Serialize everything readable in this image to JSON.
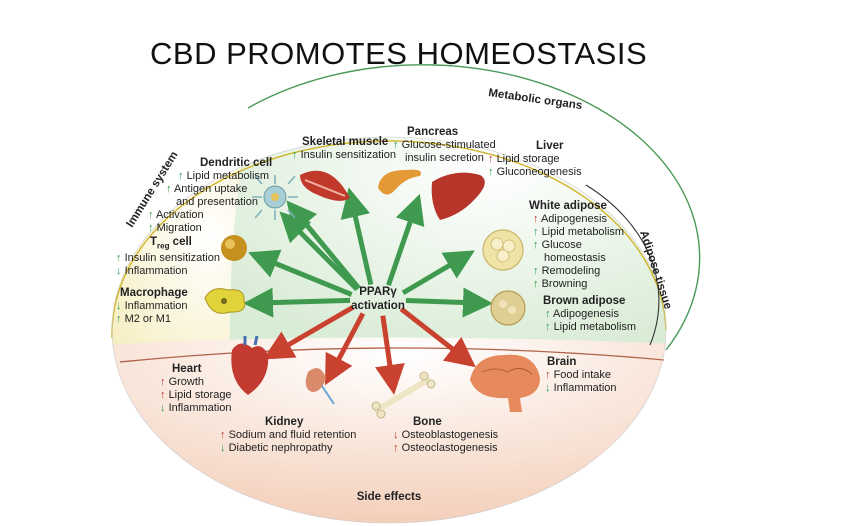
{
  "title": "CBD PROMOTES HOMEOSTASIS",
  "center": {
    "line1": "PPARγ",
    "line2": "activation"
  },
  "regions": {
    "metabolic": "Metabolic organs",
    "immune": "Immune system",
    "adipose": "Adipose tissue",
    "side": "Side effects"
  },
  "nodes": {
    "skeletal_muscle": {
      "title": "Skeletal muscle",
      "items": [
        "Insulin sensitization"
      ]
    },
    "pancreas": {
      "title": "Pancreas",
      "items": [
        "Glucose-stimulated",
        "insulin secretion"
      ]
    },
    "liver": {
      "title": "Liver",
      "items": [
        "Lipid storage",
        "Gluconeogenesis"
      ]
    },
    "white_adipose": {
      "title": "White adipose",
      "items": [
        "Adipogenesis",
        "Lipid metabolism",
        "Glucose",
        "homeostasis",
        "Remodeling",
        "Browning"
      ]
    },
    "brown_adipose": {
      "title": "Brown adipose",
      "items": [
        "Adipogenesis",
        "Lipid metabolism"
      ]
    },
    "dendritic": {
      "title": "Dendritic cell",
      "items": [
        "Lipid metabolism",
        "Antigen uptake",
        "and presentation",
        "Activation",
        "Migration"
      ]
    },
    "treg": {
      "title_main": "T",
      "title_sub": "reg",
      "title_rest": " cell",
      "items": [
        "Insulin sensitization",
        "Inflammation"
      ]
    },
    "macrophage": {
      "title": "Macrophage",
      "items": [
        "Inflammation",
        "M2 or M1"
      ]
    },
    "heart": {
      "title": "Heart",
      "items": [
        "Growth",
        "Lipid storage",
        "Inflammation"
      ]
    },
    "kidney": {
      "title": "Kidney",
      "items": [
        "Sodium and fluid retention",
        "Diabetic nephropathy"
      ]
    },
    "bone": {
      "title": "Bone",
      "items": [
        "Osteoblastogenesis",
        "Osteoclastogenesis"
      ]
    },
    "brain": {
      "title": "Brain",
      "items": [
        "Food intake",
        "Inflammation"
      ]
    }
  },
  "colors": {
    "metabolic_bg": "#e6f2e4",
    "immune_bg": "#fbf6d8",
    "side_bg": "#f9e0d2",
    "green_arrow": "#3f9a4f",
    "red_arrow": "#c9412f",
    "green_up": "#2e9a4b",
    "red_up": "#c0392b"
  }
}
